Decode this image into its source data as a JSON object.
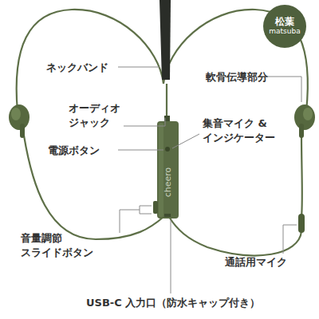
{
  "diagram": {
    "nodes": [
      {
        "text": [
          "松葉",
          "matsuba"
        ]
      }
    ],
    "labels": [
      "ネックバンド",
      "軟骨伝導部分",
      "オーディオ ジャック",
      "集音マイク & インジケーター",
      "電源ボタン",
      "音量調節 スライドボタン",
      "通話用マイク",
      "USB-C 入力口（防水キャップ付き）",
      "cheero"
    ]
  }
}
